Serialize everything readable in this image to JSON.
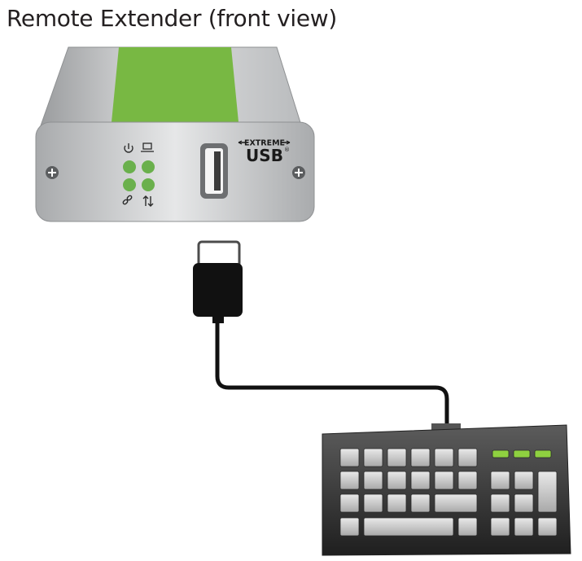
{
  "title": "Remote Extender (front view)",
  "device": {
    "logo_top": "EXTREME",
    "logo_bottom": "USB",
    "logo_registered": "®",
    "led_color": "#6ab04c",
    "top_panel_color": "#78b843",
    "led_icons": [
      "power-icon",
      "host-computer-icon",
      "link-icon",
      "activity-icon"
    ]
  },
  "peripheral": {
    "type": "keyboard",
    "indicator_color": "#8fd140"
  }
}
